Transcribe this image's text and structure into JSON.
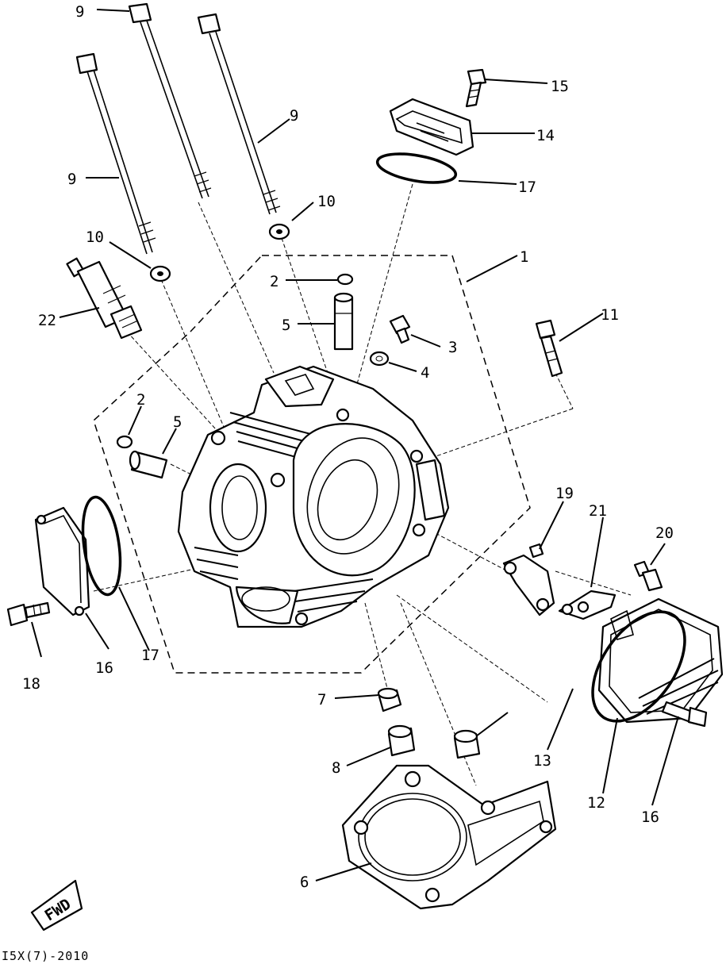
{
  "callouts": [
    {
      "id": "c1",
      "text": "1"
    },
    {
      "id": "c2a",
      "text": "2"
    },
    {
      "id": "c2b",
      "text": "2"
    },
    {
      "id": "c3",
      "text": "3"
    },
    {
      "id": "c4",
      "text": "4"
    },
    {
      "id": "c5a",
      "text": "5"
    },
    {
      "id": "c5b",
      "text": "5"
    },
    {
      "id": "c6",
      "text": "6"
    },
    {
      "id": "c7",
      "text": "7"
    },
    {
      "id": "c8",
      "text": "8"
    },
    {
      "id": "c9a",
      "text": "9"
    },
    {
      "id": "c9b",
      "text": "9"
    },
    {
      "id": "c9c",
      "text": "9"
    },
    {
      "id": "c10a",
      "text": "10"
    },
    {
      "id": "c10b",
      "text": "10"
    },
    {
      "id": "c11",
      "text": "11"
    },
    {
      "id": "c12",
      "text": "12"
    },
    {
      "id": "c13",
      "text": "13"
    },
    {
      "id": "c14",
      "text": "14"
    },
    {
      "id": "c15",
      "text": "15"
    },
    {
      "id": "c16a",
      "text": "16"
    },
    {
      "id": "c16b",
      "text": "16"
    },
    {
      "id": "c17a",
      "text": "17"
    },
    {
      "id": "c17b",
      "text": "17"
    },
    {
      "id": "c18",
      "text": "18"
    },
    {
      "id": "c19",
      "text": "19"
    },
    {
      "id": "c20",
      "text": "20"
    },
    {
      "id": "c21",
      "text": "21"
    },
    {
      "id": "c22",
      "text": "22"
    }
  ],
  "fwd_mark": "FWD",
  "diagram_code": "I5X(7)-2010"
}
